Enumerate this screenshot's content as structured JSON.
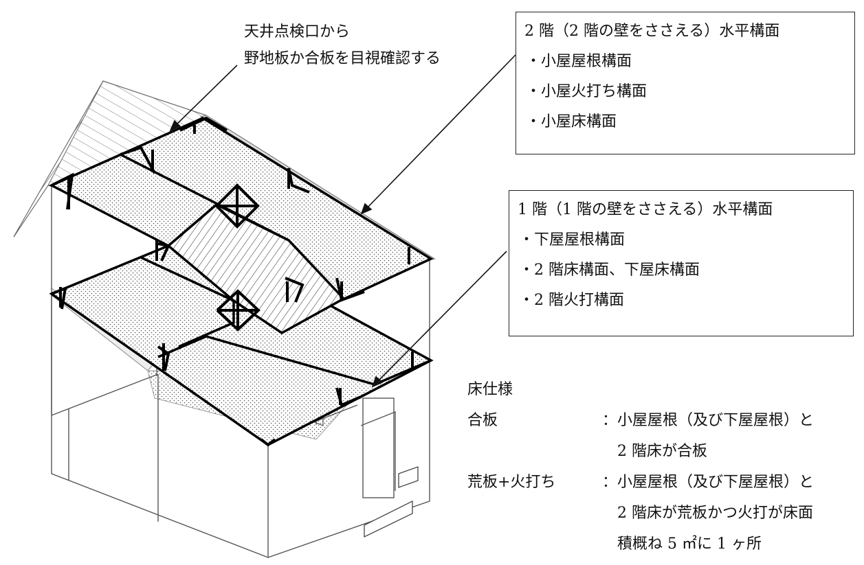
{
  "callout_top": {
    "line1": "天井点検口から",
    "line2": "野地板か合板を目視確認する"
  },
  "box_upper": {
    "title": "2 階（2 階の壁をささえる）水平構面",
    "items": [
      "・小屋屋根構面",
      "・小屋火打ち構面",
      "・小屋床構面"
    ]
  },
  "box_lower": {
    "title": "1 階（1 階の壁をささえる）水平構面",
    "items": [
      "・下屋屋根構面",
      "・2 階床構面、下屋床構面",
      "・2 階火打構面"
    ]
  },
  "floor_spec": {
    "heading": "床仕様",
    "rows": [
      {
        "term": "合板",
        "desc": "：小屋屋根（及び下屋屋根）と",
        "cont": [
          "2 階床が合板"
        ]
      },
      {
        "term": "荒板+火打ち",
        "desc": "：小屋屋根（及び下屋屋根）と",
        "cont": [
          "2 階床が荒板かつ火打が床面",
          "積概ね 5 ㎡に 1 ヶ所"
        ]
      }
    ]
  },
  "colors": {
    "line": "#111111",
    "frame": "#000000",
    "shade": "#bbbbbb",
    "paper": "#ffffff"
  }
}
